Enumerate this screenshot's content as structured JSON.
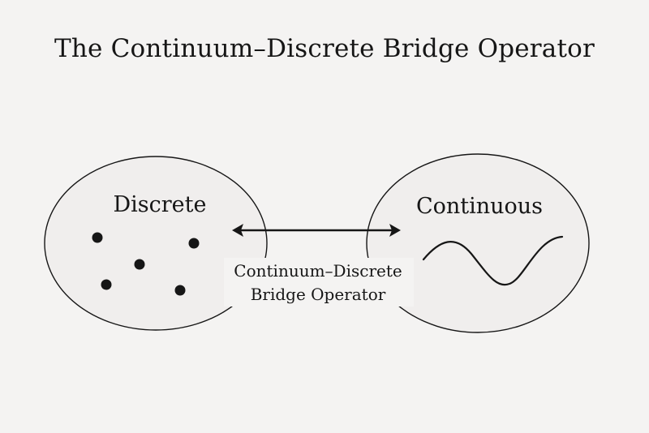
{
  "title": "The Continuum–Discrete Bridge Operator",
  "discrete": {
    "label": "Discrete",
    "point_count": 5
  },
  "continuous": {
    "label": "Continuous",
    "curve": "sine-wave"
  },
  "operator": {
    "line1": "Continuum–Discrete",
    "line2": "Bridge Operator",
    "arrow": "double-headed-arrow"
  },
  "colors": {
    "background": "#f4f3f2",
    "ellipse_fill": "#f0eeed",
    "ink": "#161616"
  }
}
